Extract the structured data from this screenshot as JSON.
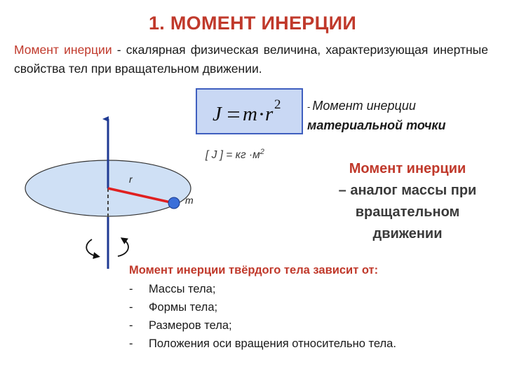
{
  "title": "1. МОМЕНТ ИНЕРЦИИ",
  "definition": {
    "term": "Момент инерции",
    "text": " - скалярная физическая величина, характеризующая инертные свойства тел при вращательном движении."
  },
  "formula": {
    "lhs": "J",
    "rhs_m": "m",
    "rhs_r": "r",
    "exponent": "2",
    "caption_line1": "Момент инерции",
    "caption_line2": "материальной точки"
  },
  "units": {
    "text": "[ J ] = кг ·м",
    "exponent": "2"
  },
  "analogy": {
    "term": "Момент инерции",
    "line2": "– аналог массы при",
    "line3": "вращательном",
    "line4": "движении"
  },
  "diagram": {
    "radius_label": "r",
    "mass_label": "m",
    "disk_color": "#cfe0f5",
    "axis_color": "#1f3a93",
    "radius_color": "#e02020",
    "point_color": "#3b6fd9"
  },
  "depends": {
    "heading": "Момент инерции твёрдого тела зависит от:",
    "bullet": "-",
    "items": [
      "Массы тела;",
      "Формы тела;",
      "Размеров тела;",
      "Положения оси вращения относительно тела."
    ]
  }
}
